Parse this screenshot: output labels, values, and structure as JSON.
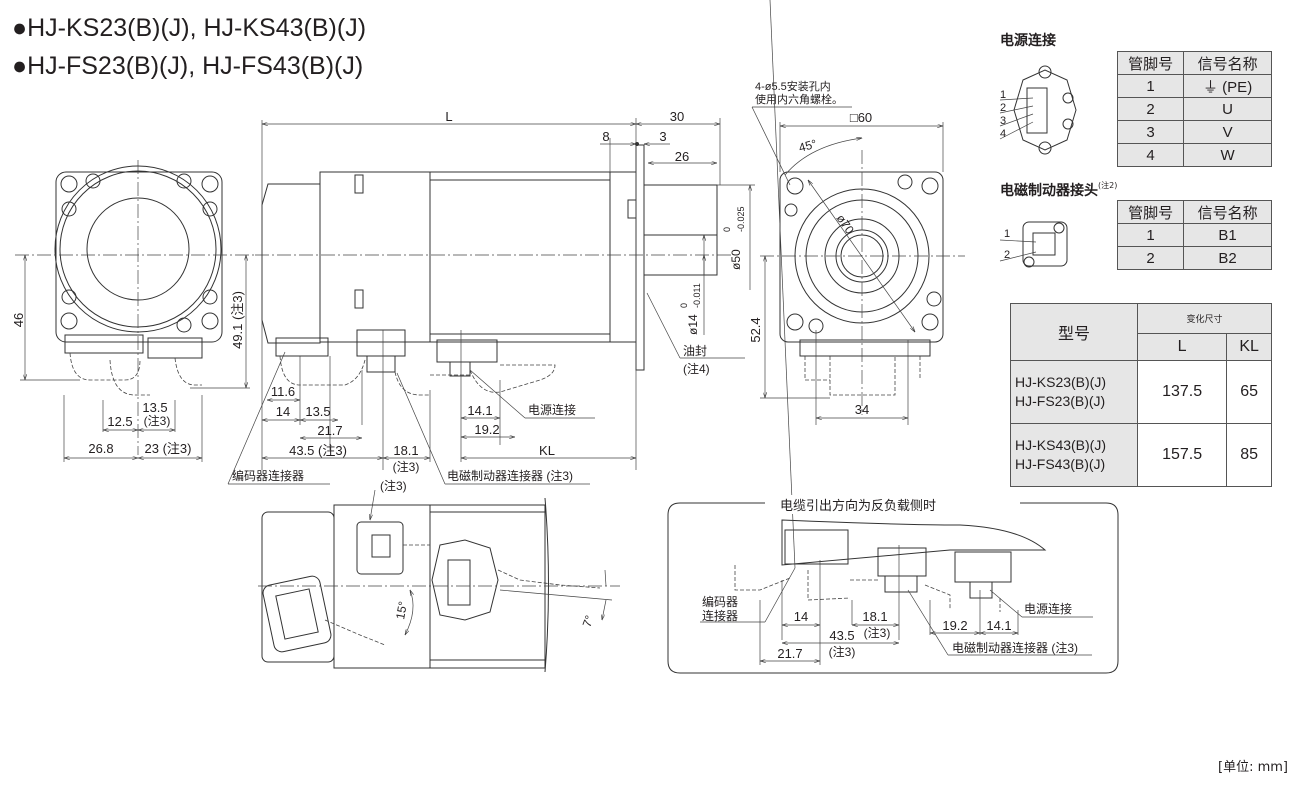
{
  "titles": [
    "●HJ-KS23(B)(J), HJ-KS43(B)(J)",
    "●HJ-FS23(B)(J), HJ-FS43(B)(J)"
  ],
  "power_connector": {
    "title": "电源连接",
    "headers": [
      "管脚号",
      "信号名称"
    ],
    "rows": [
      {
        "pin": "1",
        "signal": "⏚ (PE)"
      },
      {
        "pin": "2",
        "signal": "U"
      },
      {
        "pin": "3",
        "signal": "V"
      },
      {
        "pin": "4",
        "signal": "W"
      }
    ],
    "pin_labels": [
      "1",
      "2",
      "3",
      "4"
    ]
  },
  "brake_connector": {
    "title": "电磁制动器接头",
    "note": "(注2)",
    "headers": [
      "管脚号",
      "信号名称"
    ],
    "rows": [
      {
        "pin": "1",
        "signal": "B1"
      },
      {
        "pin": "2",
        "signal": "B2"
      }
    ],
    "pin_labels": [
      "1",
      "2"
    ]
  },
  "dimension_table": {
    "model_header": "型号",
    "variable_header": "变化尺寸",
    "col_L": "L",
    "col_KL": "KL",
    "rows": [
      {
        "models": [
          "HJ-KS23(B)(J)",
          "HJ-FS23(B)(J)"
        ],
        "L": "137.5",
        "KL": "65"
      },
      {
        "models": [
          "HJ-KS43(B)(J)",
          "HJ-FS43(B)(J)"
        ],
        "L": "157.5",
        "KL": "85"
      }
    ]
  },
  "front_view": {
    "dims": {
      "d46": "46",
      "d49_1": "49.1 (注3)",
      "d12_5": "12.5",
      "d13_5": "13.5",
      "d13_5_note": "(注3)",
      "d26_8": "26.8",
      "d23": "23 (注3)"
    }
  },
  "side_view": {
    "dims": {
      "L": "L",
      "d8": "8",
      "d30": "30",
      "d3": "3",
      "d26": "26",
      "d50": "ø50",
      "d50_tol": "0",
      "d50_tol2": "-0.025",
      "d14": "ø14",
      "d14_tol": "0",
      "d14_tol2": "-0.011",
      "d11_6": "11.6",
      "d14b": "14",
      "d13_5": "13.5",
      "d21_7": "21.7",
      "d43_5": "43.5 (注3)",
      "d18_1": "18.1",
      "note3": "(注3)",
      "d14_1": "14.1",
      "d19_2": "19.2",
      "KL": "KL"
    },
    "labels": {
      "oil_seal": "油封",
      "oil_seal_note": "(注4)",
      "power": "电源连接",
      "encoder": "编码器连接器",
      "brake": "电磁制动器连接器 (注3)"
    }
  },
  "flange_view": {
    "mount_note_1": "4-ø5.5安装孔内",
    "mount_note_2": "使用内六角螺栓。",
    "square": "□60",
    "angle": "45°",
    "pcd": "ø70",
    "d52_4": "52.4",
    "d34": "34"
  },
  "top_view": {
    "note3": "(注3)",
    "angle15": "15°",
    "angle7": "7°"
  },
  "inset": {
    "title": "电缆引出方向为反负载侧时",
    "encoder_1": "编码器",
    "encoder_2": "连接器",
    "d14": "14",
    "d18_1": "18.1",
    "note3a": "(注3)",
    "d43_5": "43.5",
    "note3b": "(注3)",
    "d21_7": "21.7",
    "d19_2": "19.2",
    "d14_1": "14.1",
    "power": "电源连接",
    "brake": "电磁制动器连接器 (注3)"
  },
  "unit_label": "[单位: mm]"
}
